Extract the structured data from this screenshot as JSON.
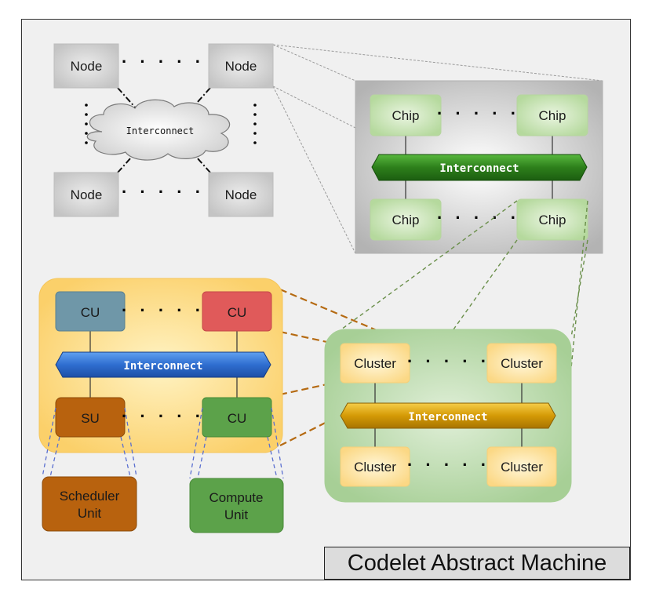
{
  "title": "Codelet Abstract Machine",
  "ellipsis": "· · · · ·",
  "system": {
    "nodes": [
      "Node",
      "Node",
      "Node",
      "Node"
    ],
    "interconnect": "Interconnect"
  },
  "node_detail": {
    "chips": [
      "Chip",
      "Chip",
      "Chip",
      "Chip"
    ],
    "interconnect": "Interconnect"
  },
  "cluster_detail": {
    "clusters": [
      "Cluster",
      "Cluster",
      "Cluster",
      "Cluster"
    ],
    "interconnect": "Interconnect"
  },
  "cu_detail": {
    "top_units": [
      "CU",
      "CU"
    ],
    "bottom_units": [
      "SU",
      "CU"
    ],
    "interconnect": "Interconnect"
  },
  "legend": {
    "scheduler_line1": "Scheduler",
    "scheduler_line2": "Unit",
    "compute_line1": "Compute",
    "compute_line2": "Unit"
  },
  "colors": {
    "node": "#d4d4d4",
    "chip": "#c6e2b0",
    "cluster": "#fde2a6",
    "cu_blue": "#6f97a8",
    "cu_red": "#e05a5a",
    "su": "#b8620e",
    "cu_green": "#5ca24a",
    "green_bus": "#2f8a1e",
    "blue_bus": "#2e6fd1",
    "gold_bus": "#d79a06"
  }
}
